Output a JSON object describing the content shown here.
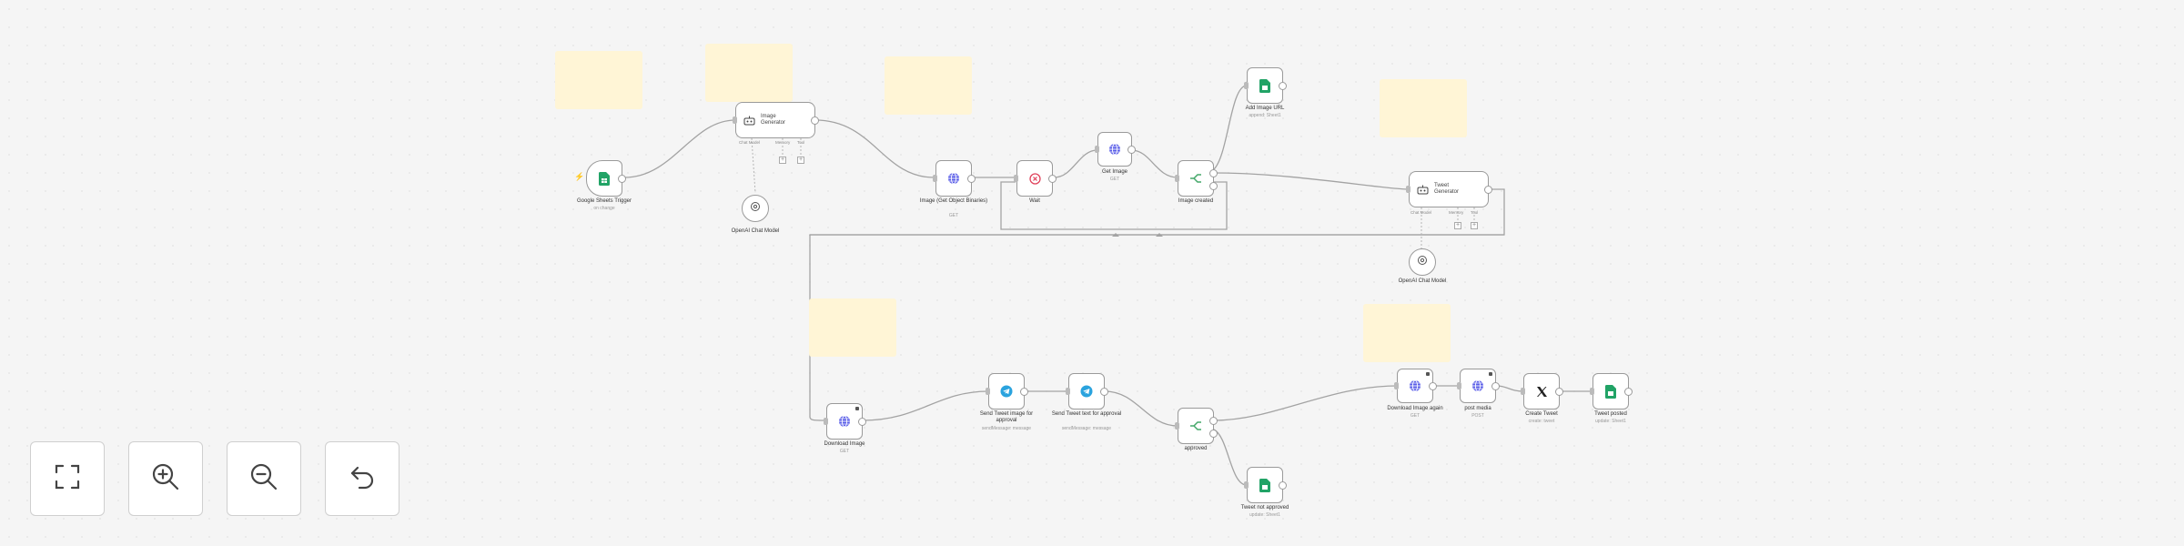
{
  "workflow": {
    "nodes": {
      "sheets_trigger": {
        "label": "Google Sheets Trigger",
        "sub": "on change"
      },
      "image_generator": {
        "title": "Image Generator",
        "port_model": "Chat Model",
        "port_memory": "Memory",
        "port_tool": "Tool"
      },
      "openai_model_1": {
        "label": "OpenAI Chat Model"
      },
      "image_to_base64": {
        "label": "Image (Get Object Binaries)",
        "sub": "GET"
      },
      "wait": {
        "label": "Wait"
      },
      "get_image": {
        "label": "Get Image",
        "sub": "GET"
      },
      "image_ready": {
        "label": "Image created"
      },
      "add_image_url": {
        "label": "Add Image URL",
        "sub": "append: Sheet1"
      },
      "tweet_generator": {
        "title": "Tweet Generator",
        "port_model": "Chat Model",
        "port_memory": "Memory",
        "port_tool": "Tool"
      },
      "openai_model_2": {
        "label": "OpenAI Chat Model"
      },
      "download_image": {
        "label": "Download Image",
        "sub": "GET"
      },
      "send_tweet_image": {
        "label": "Send Tweet image for approval",
        "sub": "sendMessage: message"
      },
      "send_tweet_text": {
        "label": "Send Tweet text for approval",
        "sub": "sendMessage: message"
      },
      "approved": {
        "label": "approved"
      },
      "tweet_not_approved": {
        "label": "Tweet not approved",
        "sub": "update: Sheet1"
      },
      "download_image_again": {
        "label": "Download Image again",
        "sub": "GET"
      },
      "post_media": {
        "label": "post media",
        "sub": "POST"
      },
      "create_tweet": {
        "label": "Create Tweet",
        "sub": "create: tweet"
      },
      "tweet_posted": {
        "label": "Tweet posted",
        "sub": "update: Sheet1"
      }
    }
  },
  "controls": {
    "fit": "fit-view",
    "zoom_in": "zoom-in",
    "zoom_out": "zoom-out",
    "undo": "undo"
  },
  "colors": {
    "sheets": "#21a366",
    "http": "#5b5fe8",
    "telegram": "#2aa3de",
    "wait": "#e0445d",
    "if": "#45a86a",
    "sticky": "#fff5d6",
    "edge": "#9a9a9a"
  }
}
